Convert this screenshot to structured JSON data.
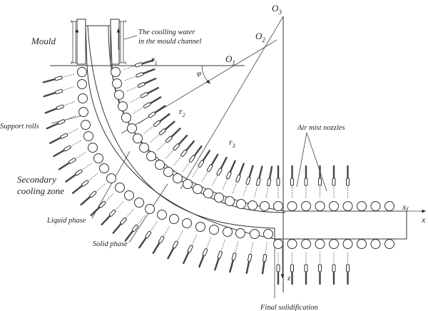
{
  "figure": {
    "labels": {
      "mould": "Mould",
      "cooling_water_line1": "The coolling water",
      "cooling_water_line2": "in the mould channel",
      "support_rolls": "Support rolls",
      "secondary_line1": "Secondary",
      "secondary_line2": "cooling zone",
      "liquid_phase": "Liquid phase",
      "solid_phase": "Solid phase",
      "air_mist_nozzles": "Air mist nozzles",
      "final_solidification": "Final solidification"
    },
    "symbols": {
      "O1": "O",
      "O1_sub": "1",
      "O2": "O",
      "O2_sub": "2",
      "O3": "O",
      "O3_sub": "3",
      "r1": "r",
      "r1_sub": "1",
      "r2": "r",
      "r2_sub": "2",
      "r3": "r",
      "r3_sub": "3",
      "phi": "φ",
      "x_axis": "x",
      "xf": "x",
      "xf_sub": "f",
      "z_axis": "z"
    }
  }
}
